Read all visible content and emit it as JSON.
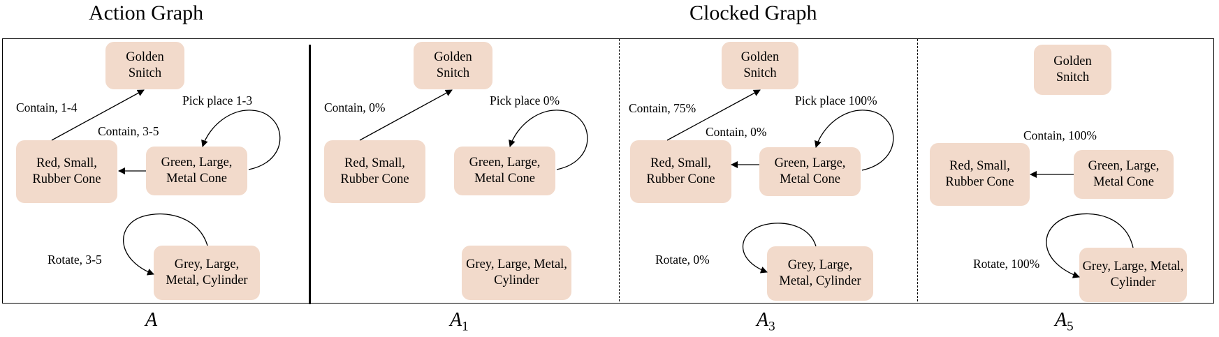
{
  "headings": {
    "action": "Action Graph",
    "clocked": "Clocked Graph"
  },
  "nodes": {
    "snitch": "Golden Snitch",
    "cone_red": "Red, Small, Rubber Cone",
    "cone_green": "Green, Large, Metal Cone",
    "cylinder": "Grey, Large, Metal, Cylinder"
  },
  "panels": [
    {
      "id": "A",
      "caption": {
        "base": "A",
        "sub": ""
      },
      "labels": {
        "contain_snitch": "Contain, 1-4",
        "pick_place": "Pick place 1-3",
        "contain_cone": "Contain, 3-5",
        "rotate": "Rotate, 3-5"
      }
    },
    {
      "id": "A1",
      "caption": {
        "base": "A",
        "sub": "1"
      },
      "labels": {
        "contain_snitch": "Contain, 0%",
        "pick_place": "Pick place 0%"
      }
    },
    {
      "id": "A3",
      "caption": {
        "base": "A",
        "sub": "3"
      },
      "labels": {
        "contain_snitch": "Contain, 75%",
        "pick_place": "Pick place 100%",
        "contain_cone": "Contain, 0%",
        "rotate": "Rotate, 0%"
      }
    },
    {
      "id": "A5",
      "caption": {
        "base": "A",
        "sub": "5"
      },
      "labels": {
        "contain_cone": "Contain, 100%",
        "rotate": "Rotate, 100%"
      }
    }
  ]
}
